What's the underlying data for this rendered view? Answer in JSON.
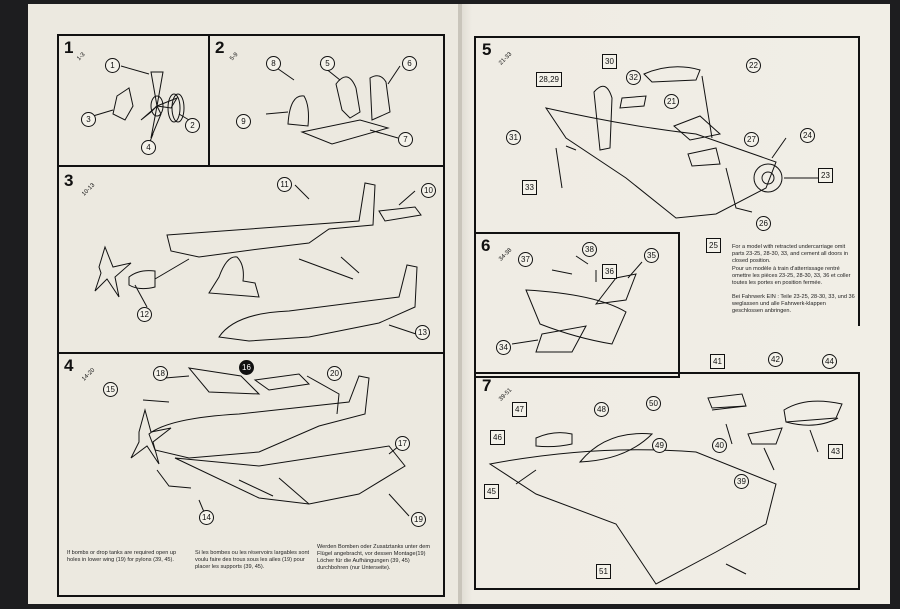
{
  "steps": [
    {
      "num": "1",
      "range": "1-3",
      "parts": [
        "1",
        "2",
        "3",
        "4"
      ]
    },
    {
      "num": "2",
      "range": "5-9",
      "parts": [
        "5",
        "6",
        "7",
        "8",
        "9"
      ]
    },
    {
      "num": "3",
      "range": "10-13",
      "parts": [
        "10",
        "11",
        "12",
        "13"
      ]
    },
    {
      "num": "4",
      "range": "14-20",
      "parts": [
        "14",
        "15",
        "16",
        "17",
        "18",
        "19",
        "20"
      ]
    },
    {
      "num": "5",
      "range": "21-33",
      "parts": [
        "21",
        "22",
        "23",
        "24",
        "25",
        "26",
        "27",
        "28,29",
        "30",
        "31",
        "32",
        "33"
      ]
    },
    {
      "num": "6",
      "range": "34-38",
      "parts": [
        "34",
        "35",
        "36",
        "37",
        "38"
      ]
    },
    {
      "num": "7",
      "range": "39-51",
      "parts": [
        "39",
        "40",
        "41",
        "42",
        "43",
        "44",
        "45",
        "46",
        "47",
        "48",
        "49",
        "50",
        "51"
      ]
    }
  ],
  "notes": {
    "bombs_en": "If bombs or drop tanks are required open up holes in lower wing (19) for pylons (39, 45).",
    "bombs_fr": "Si les bombes ou les réservoirs largables sont voulu faire des trous sous les ailes (19) pour placer les supports (39, 45).",
    "bombs_de": "Werden Bomben oder Zusatztanks unter dem Flügel angebracht, vor dessen Montage(19) Löcher für die Aufhängungen (39, 45) durchbohren (nur Unterseite).",
    "retract_en": "For a model with retracted undercarriage omit parts 23-25, 28-30, 33, and cement all doors in closed position.",
    "retract_fr": "Pour un modèle à train d'atterrissage rentré omettre les pièces 23-25, 28-30, 33, 36 et coller toutes les portes en position fermée.",
    "retract_de": "Bei Fahrwerk EIN : Teile 23-25, 28-30, 33, und 36 weglassen und alle Fahrwerk-klappen geschlossen anbringen."
  }
}
